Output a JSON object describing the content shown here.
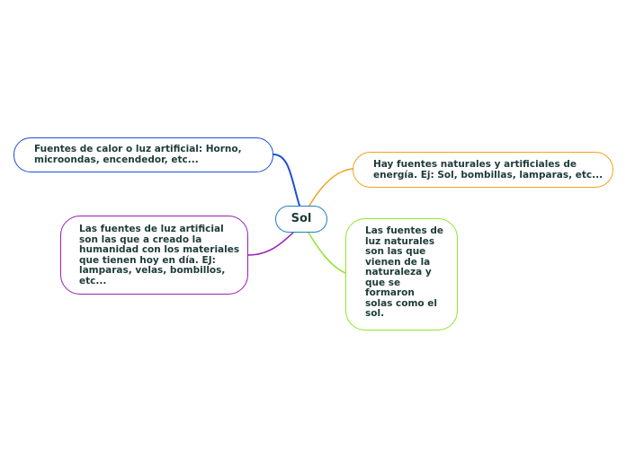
{
  "colors": {
    "center_border": "#1e7fc4",
    "top_left": "#1d4fd8",
    "bottom_left": "#9b1fb8",
    "top_right": "#f2a11b",
    "bottom_right": "#8ee62b",
    "text": "#1f3a3a"
  },
  "mindmap": {
    "center": {
      "label": "Sol"
    },
    "branches": [
      {
        "id": "top-left",
        "text": "Fuentes de calor o luz artificial: Horno,\nmicroondas, encendedor, etc..."
      },
      {
        "id": "bottom-left",
        "text": "Las fuentes de luz artificial\nson las que a creado la\nhumanidad con los materiales\nque tienen hoy en día. EJ:\nlamparas, velas, bombillos,\netc..."
      },
      {
        "id": "top-right",
        "text": "Hay fuentes naturales y artificiales de\nenergía. Ej: Sol, bombillas, lamparas, etc..."
      },
      {
        "id": "bottom-right",
        "text": "Las fuentes de\nluz naturales\nson las que\nvienen de la\nnaturaleza y\nque se\nformaron\nsolas como el\nsol."
      }
    ]
  }
}
